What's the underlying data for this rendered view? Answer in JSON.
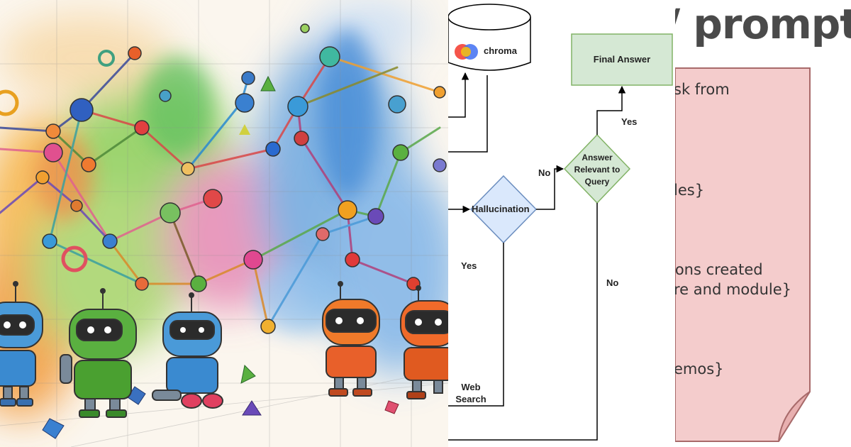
{
  "flowchart": {
    "chroma_label": "chroma",
    "final_answer": "Final Answer",
    "hallucination": "Hallucination",
    "answer_relevant": [
      "Answer",
      "Relevant to",
      "Query"
    ],
    "yes_top": "Yes",
    "no_mid": "No",
    "yes_left": "Yes",
    "no_bottom": "No",
    "web_search": [
      "Web",
      "Search"
    ]
  },
  "slide": {
    "title": "/ prompt!",
    "note_lines": [
      "sk from",
      "les}",
      "ions created",
      "re and module}",
      "emos}"
    ]
  },
  "colors": {
    "final_answer_fill": "#d5e8d4",
    "final_answer_stroke": "#82b366",
    "hallucination_fill": "#dae8fc",
    "hallucination_stroke": "#6c8ebf",
    "relevant_fill": "#d5e8d4",
    "note_fill": "#f4cccc",
    "note_stroke": "#a86a6a",
    "chroma_red": "#f44336",
    "chroma_yellow": "#ffc107",
    "chroma_blue": "#3f6ff2"
  }
}
